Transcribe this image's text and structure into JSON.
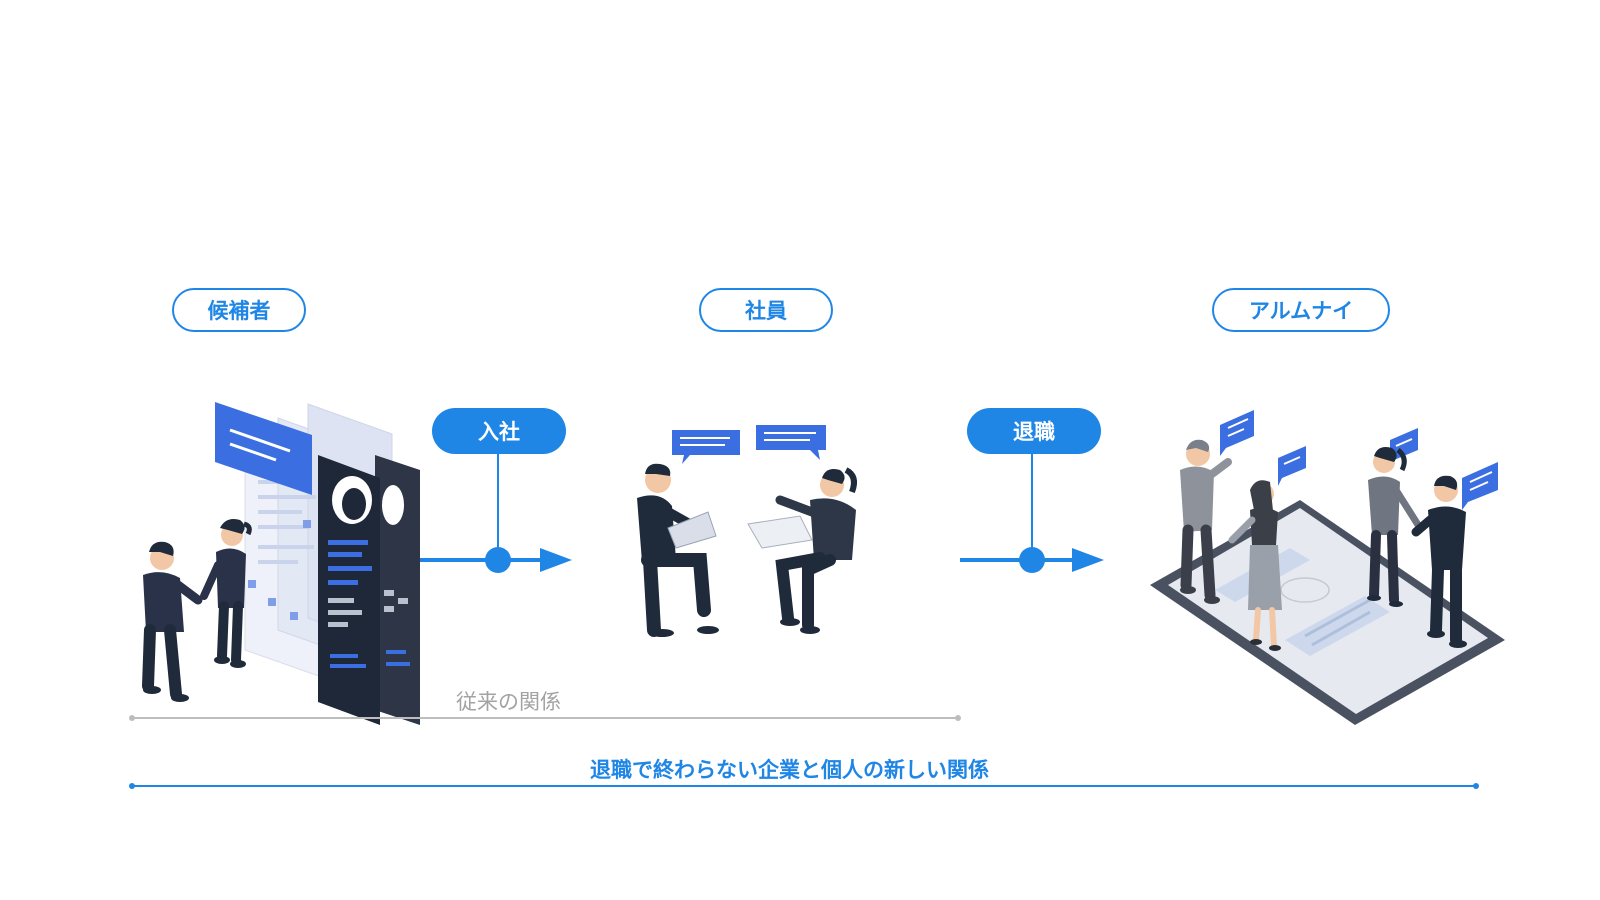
{
  "stages": [
    {
      "label": "候補者"
    },
    {
      "label": "社員"
    },
    {
      "label": "アルムナイ"
    }
  ],
  "transitions": [
    {
      "label": "入社"
    },
    {
      "label": "退職"
    }
  ],
  "ranges": {
    "traditional": "従来の関係",
    "new": "退職で終わらない企業と個人の新しい関係"
  },
  "colors": {
    "accent": "#1f86e6",
    "navy": "#1f2a3b",
    "grey_line": "#bdbdbd",
    "range_grey_text": "#a3a3a3"
  }
}
